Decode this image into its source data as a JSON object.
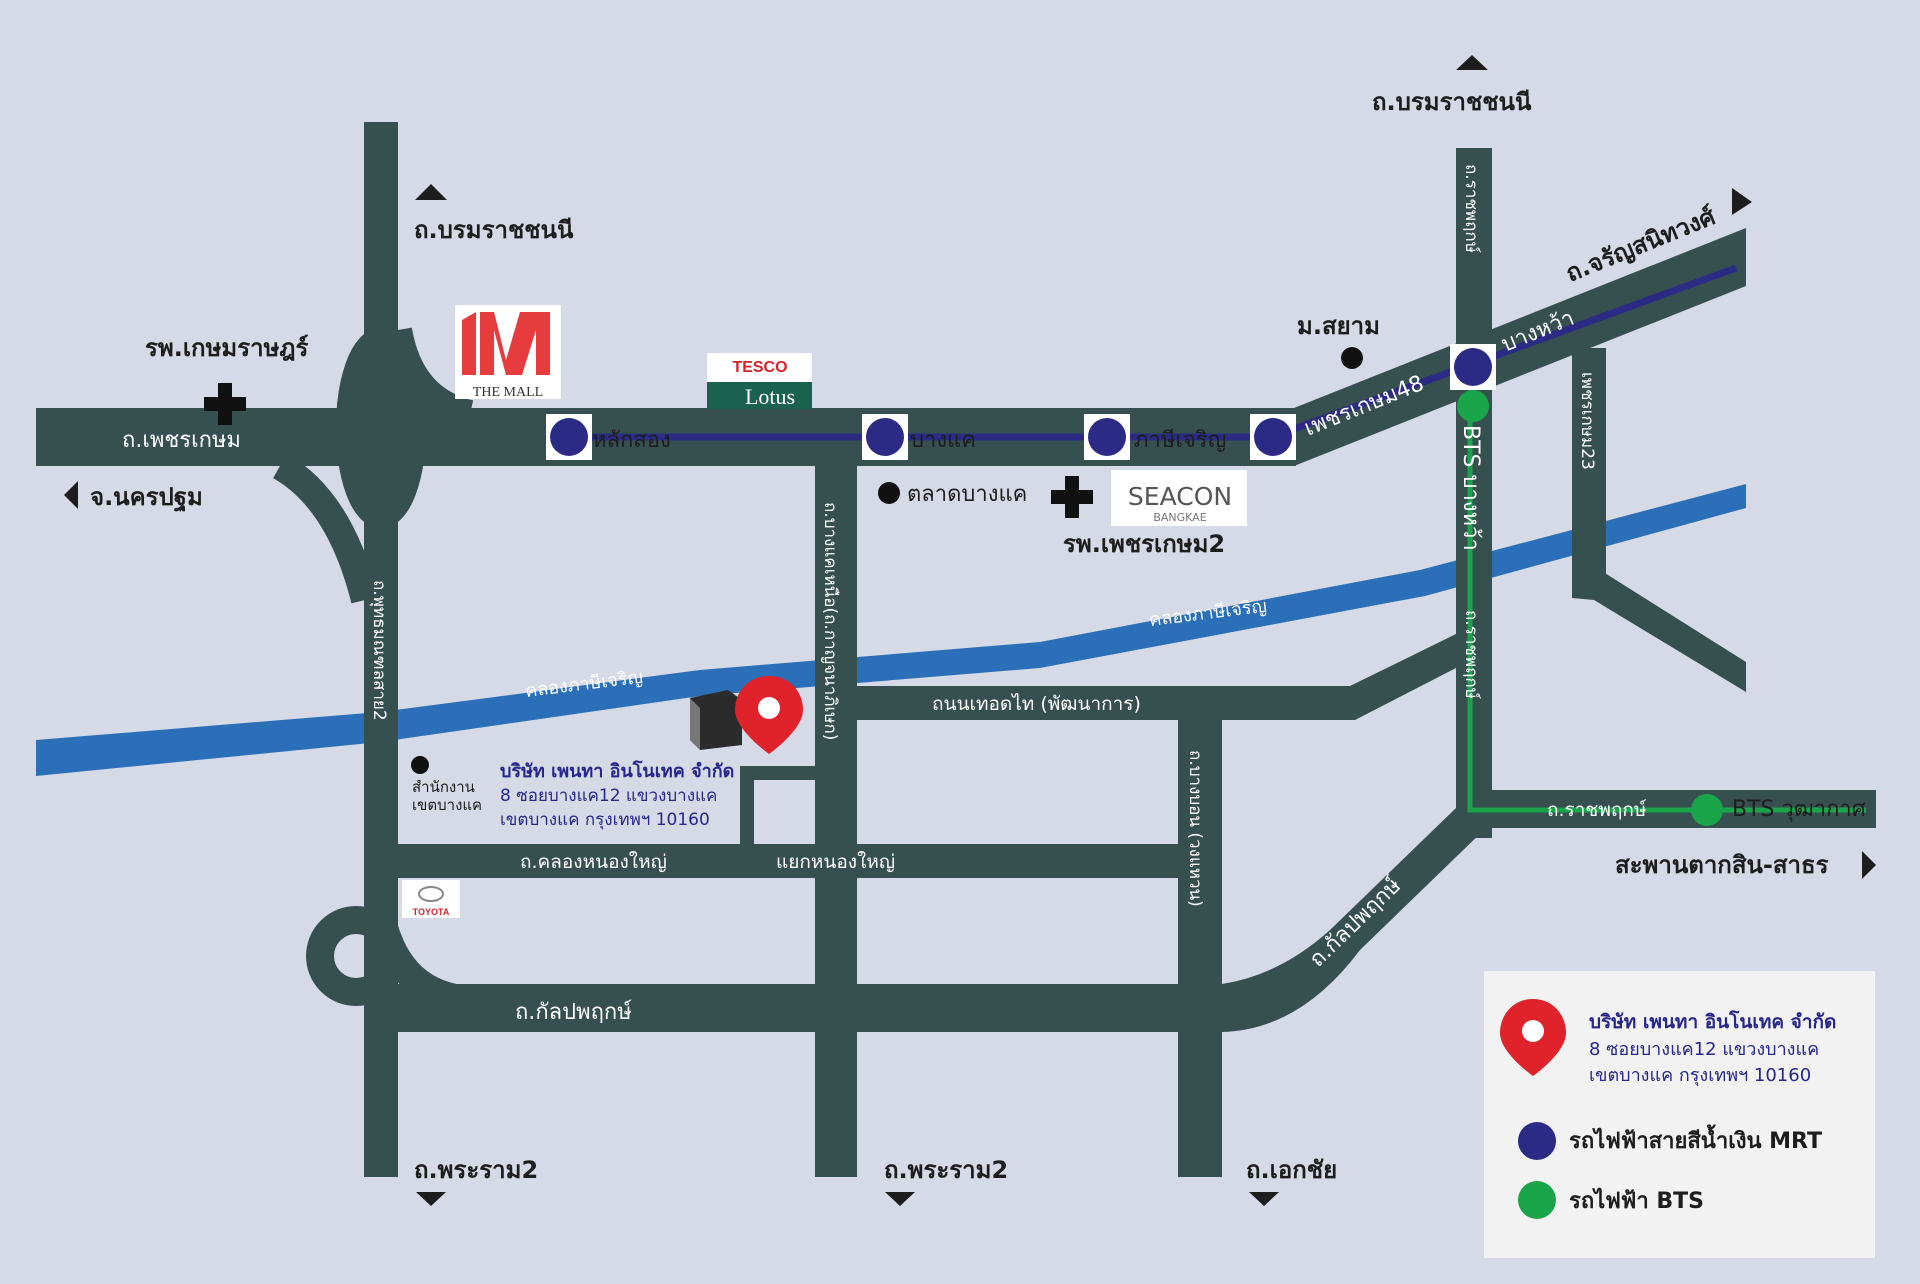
{
  "colors": {
    "background": "#d6dae6",
    "road": "#36504f",
    "canal": "#2a6fb8",
    "mrt": "#2b2b85",
    "bts": "#1aa54a",
    "pin": "#e0222b",
    "company_text": "#26268c"
  },
  "roads": {
    "borommaratchachonnani_top": "ถ.บรมราชชนนี",
    "borommaratchachonnani_left": "ถ.บรมราชชนนี",
    "phetkasem": "ถ.เพชรเกษม",
    "charansanitwong": "ถ.จรัญสนิทวงศ์",
    "phutthamonthon_sai2": "ถ.พุทธมณฑลสาย2",
    "ratchaphruek_vertical": "ถ.ราชพฤกษ์",
    "ratchaphruek_bottom": "ถ.ราชพฤกษ์",
    "kanlapaphruek_diag": "ถ.กัลปพฤกษ์",
    "kanlapaphruek_main": "ถ.กัลปพฤกษ์",
    "rama2_left": "ถ.พระราม2",
    "rama2_center": "ถ.พระราม2",
    "ekkachai": "ถ.เอกชัย",
    "phet_48": "เพชรเกษม48",
    "thoet_thai": "ถนนเทอดไท (พัฒนาการ)",
    "khlong_nong_yai": "ถ.คลองหนองใหญ่",
    "nong_yai_junction": "แยกหนองใหญ่",
    "bang_khae_road": "ถ.บางแคเหนือ(ถ.กาญจนาภิเษก)",
    "bang_bon": "ถ.บางบอน (วงแหวน)",
    "phasi_charoen_soi": "เพชรเกษม23"
  },
  "canals": {
    "left": "คลองภาษีเจริญ",
    "right": "คลองภาษีเจริญ"
  },
  "stations": {
    "lak_song": "หลักสอง",
    "bang_khae": "บางแค",
    "phasi_charoen": "ภาษีเจริญ",
    "bang_wa": "บางหว้า",
    "bts_bang_wa": "BTS บางหว้า",
    "bts_wutthakat": "BTS วุฒากาศ"
  },
  "places": {
    "kasemrad_hospital": "รพ.เกษมราษฎร์",
    "nakhon_pathom": "จ.นครปฐม",
    "siam_university": "ม.สยาม",
    "bang_khae_market": "ตลาดบางแค",
    "phetkasem2_hospital": "รพ.เพชรเกษม2",
    "district_office_line1": "สำนักงาน",
    "district_office_line2": "เขตบางแค",
    "taksin_sathorn": "สะพานตากสิน-สาธร"
  },
  "logos": {
    "the_mall": "THE MALL",
    "tesco": "TESCO",
    "lotus": "Lotus",
    "seacon": "SEACON",
    "seacon_sub": "BANGKAE",
    "toyota": "TOYOTA"
  },
  "company": {
    "name": "บริษัท เพนทา อินโนเทค จำกัด",
    "address_line1": "8 ซอยบางแค12 แขวงบางแค",
    "address_line2": "เขตบางแค กรุงเทพฯ 10160"
  },
  "legend": {
    "company_name": "บริษัท เพนทา อินโนเทค จำกัด",
    "address_line1": "8 ซอยบางแค12 แขวงบางแค",
    "address_line2": "เขตบางแค กรุงเทพฯ 10160",
    "mrt_label": "รถไฟฟ้าสายสีน้ำเงิน MRT",
    "bts_label": "รถไฟฟ้า BTS"
  }
}
